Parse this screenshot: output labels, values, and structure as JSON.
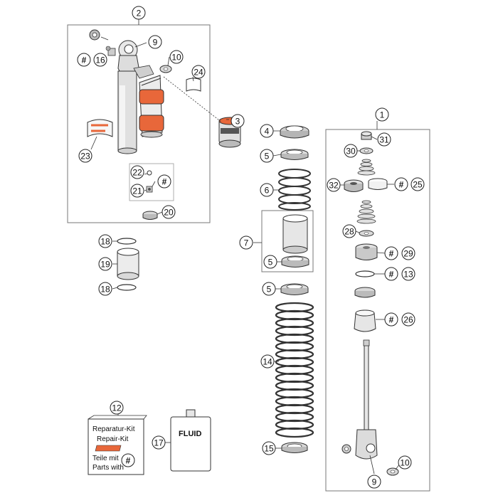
{
  "palette": {
    "orange": "#e8673a",
    "orange_dark": "#b8461f",
    "grey_part": "#d9d9d9",
    "grey_dark": "#8a8a8a",
    "outline": "#333333",
    "frame": "#777777"
  },
  "callouts": {
    "c1": "1",
    "c2": "2",
    "c3": "3",
    "c4": "4",
    "c5a": "5",
    "c5b": "5",
    "c5c": "5",
    "c6": "6",
    "c7": "7",
    "c9a": "9",
    "c9b": "9",
    "c10a": "10",
    "c10b": "10",
    "c12": "12",
    "c13": "13",
    "c14": "14",
    "c15": "15",
    "c16": "16",
    "c17": "17",
    "c18a": "18",
    "c18b": "18",
    "c19": "19",
    "c20": "20",
    "c21": "21",
    "c22": "22",
    "c23": "23",
    "c24": "24",
    "c25": "25",
    "c26": "26",
    "c28": "28",
    "c29": "29",
    "c30": "30",
    "c31": "31",
    "c32": "32"
  },
  "hash_symbol": "#",
  "repair_kit": {
    "line1": "Reparatur-Kit",
    "line2": "Repair-Kit",
    "line3": "Teile mit",
    "line4": "Parts with"
  },
  "fluid_label": "FLUID",
  "icons": {
    "shock_body": "shock-absorber-body",
    "spring": "coil-spring",
    "piston_rod": "piston-rod",
    "kit_bag": "repair-kit-bag",
    "fluid_bottle": "fluid-bottle"
  }
}
